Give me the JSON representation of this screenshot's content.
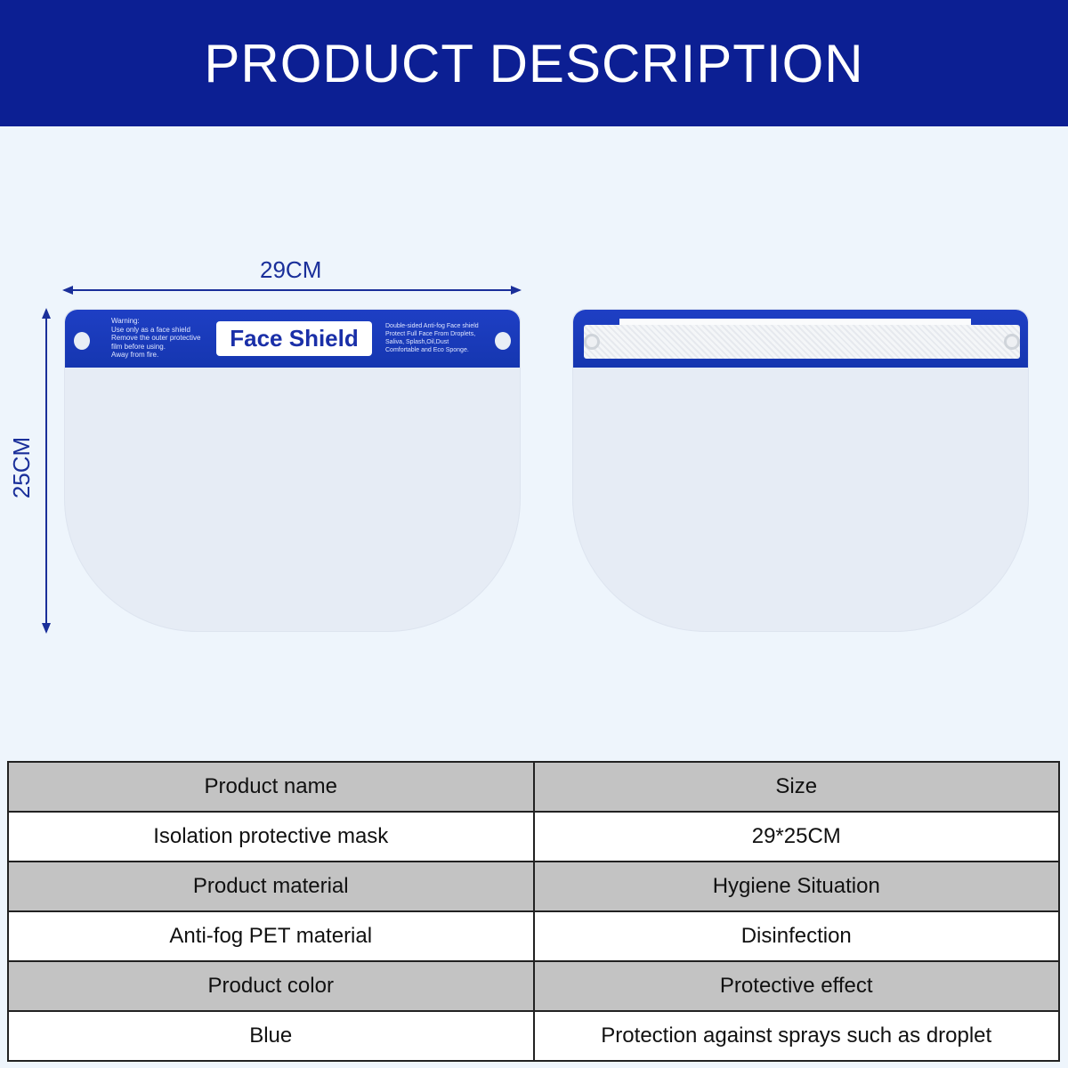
{
  "header": {
    "title": "PRODUCT DESCRIPTION"
  },
  "dimensions": {
    "width": "29CM",
    "height": "25CM"
  },
  "shield_front": {
    "label": "Face Shield",
    "warning_text": "Warning:\nUse only as a face shield\nRemove the outer protective\nfilm before using.\nAway from fire.",
    "feature_text": "Double-sided Anti-fog Face shield\nProtect Full Face From Droplets,\nSaliva, Splash,Oil,Dust\nComfortable and Eco Sponge."
  },
  "table": {
    "rows": [
      [
        "Product name",
        "Size"
      ],
      [
        "Isolation protective mask",
        "29*25CM"
      ],
      [
        "Product material",
        "Hygiene Situation"
      ],
      [
        "Anti-fog PET material",
        "Disinfection"
      ],
      [
        "Product color",
        "Protective effect"
      ],
      [
        "Blue",
        "Protection against sprays such as droplet"
      ]
    ]
  },
  "colors": {
    "header": "#0c1f93",
    "band": "#1e3fc4",
    "background": "#eef5fc"
  }
}
